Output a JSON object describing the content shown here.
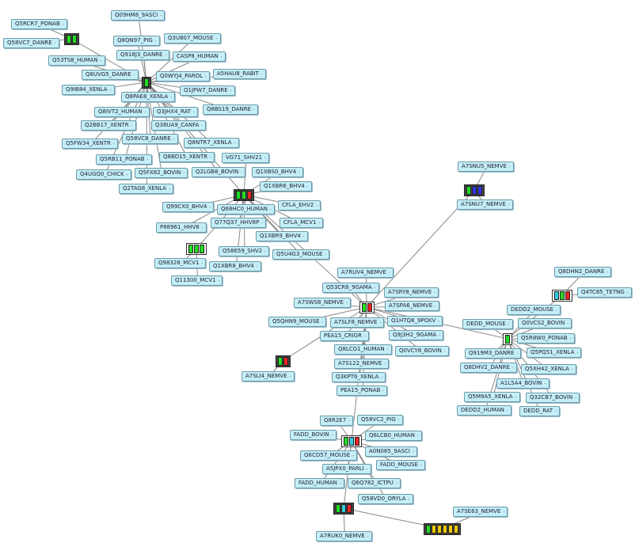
{
  "colors": {
    "label_bg": "#c4eef8",
    "green": "#22dd22",
    "cyan": "#33ccdd",
    "red": "#ee2222",
    "blue": "#3333ee",
    "yellow": "#f0c800",
    "edge": "#888888"
  },
  "labels": [
    "Q5RCR7_PONAB",
    "Q58VC7_DANRE",
    "Q09HM8_9ASCI",
    "Q8QN97_PIG",
    "Q3U807_MOUSE",
    "Q918J3_DANRE",
    "CASP8_HUMAN",
    "Q8UVG5_DANRE",
    "Q0WYJ4_PAROL",
    "A5HAU8_RABIT",
    "Q8PAE8_XENLA",
    "Q1JPW7_DANRE",
    "Q9IB84_XENLA",
    "Q53TS8_HUMAN",
    "Q8IVT2_HUMAN",
    "Q3JHX4_RAT",
    "Q2BB17_XENTR",
    "Q8BS19_DANRE",
    "Q38UA9_CANFA",
    "Q58VC8_DANRE",
    "Q8NTR7_XENLA",
    "Q5FW34_XENTR",
    "Q8BD15_XENTR",
    "Q5RB11_PONAB",
    "Q5FX82_BOVIN",
    "Q4UGQ0_CHICK",
    "Q2LGB8_BOVIN",
    "Q2TAG8_XENLA",
    "VG71_SHV21",
    "Q1XBS0_BHV4",
    "Q68HC0_HUMAN",
    "Q1XBR6_BHV4",
    "Q77Q37_HHV8P",
    "CFLA_EHV2",
    "CFLA_MCV1",
    "Q1XBR9_BHV4",
    "Q99CX0_BHV4",
    "Q58659_SHV2",
    "P88961_HHV8",
    "Q5U4G3_MOUSE",
    "Q1XBR8_BHV4",
    "Q98328_MCV1",
    "Q11300_MCV1",
    "A7SNU5_NEMVE",
    "A7SNU7_NEMVE",
    "A7RUV4_NEMVE",
    "Q53CR8_9GAMA",
    "A7SRY8_NEMVE",
    "A7SWS8_NEMVE",
    "A7SLF8_NEMVE",
    "PEA15_CRIGR",
    "A7SPA6_NEMVE",
    "Q1HTQ8_9POXV",
    "Q9J3H2_9GAMA",
    "Q8LCG1_HUMAN",
    "Q5QHN9_MOUSE",
    "Q0VCY8_BOVIN",
    "A7S122_NEMVE",
    "Q3KPT6_XENLA",
    "PEA15_PONAB",
    "A7SLI4_NEMVE",
    "Q8DHN2_DANRE",
    "Q4TC85_TETNG",
    "DEDD2_MOUSE",
    "DEDD_MOUSE",
    "Q0VCS2_BOVIN",
    "Q919M3_DANRE",
    "Q5R8W0_PONAB",
    "Q5PQ51_XENLA",
    "Q8DHV2_DANRE",
    "Q5XH42_XENLA",
    "A1L5A4_BOVIN",
    "Q32CB7_BOVIN",
    "Q5M9A5_XENLA",
    "DEDD_RAT",
    "DEDD2_HUMAN",
    "Q8R2E7",
    "Q58VC2_PIG",
    "Q6LCB0_HUMAN",
    "FADD_BOVIN",
    "A0N085_9ASCI",
    "Q6CD57_MOUSE",
    "A5JPX0_PARLI",
    "FADD_MOUSE",
    "Q6Q782_ICTPU",
    "FADD_HUMAN",
    "Q58VD0_ORYLA",
    "A7RUK0_NEMVE",
    "A7SE63_NEMVE"
  ],
  "hubs": [
    {
      "bars": [
        "green",
        "green"
      ]
    },
    {
      "bars": [
        "green"
      ]
    },
    {
      "bars": [
        "green",
        "green",
        "red"
      ]
    },
    {
      "bars": [
        "green",
        "green",
        "green"
      ],
      "white": true
    },
    {
      "bars": [
        "green",
        "red"
      ],
      "white": true
    },
    {
      "bars": [
        "green",
        "blue",
        "blue"
      ]
    },
    {
      "bars": [
        "green"
      ],
      "white": true
    },
    {
      "bars": [
        "cyan",
        "green",
        "red"
      ],
      "white": true
    },
    {
      "bars": [
        "green",
        "cyan",
        "red"
      ],
      "white": true
    },
    {
      "bars": [
        "green",
        "cyan",
        "red"
      ]
    },
    {
      "bars": [
        "green",
        "yellow",
        "yellow",
        "yellow",
        "yellow",
        "yellow"
      ]
    },
    {
      "bars": [
        "green",
        "red"
      ]
    }
  ]
}
